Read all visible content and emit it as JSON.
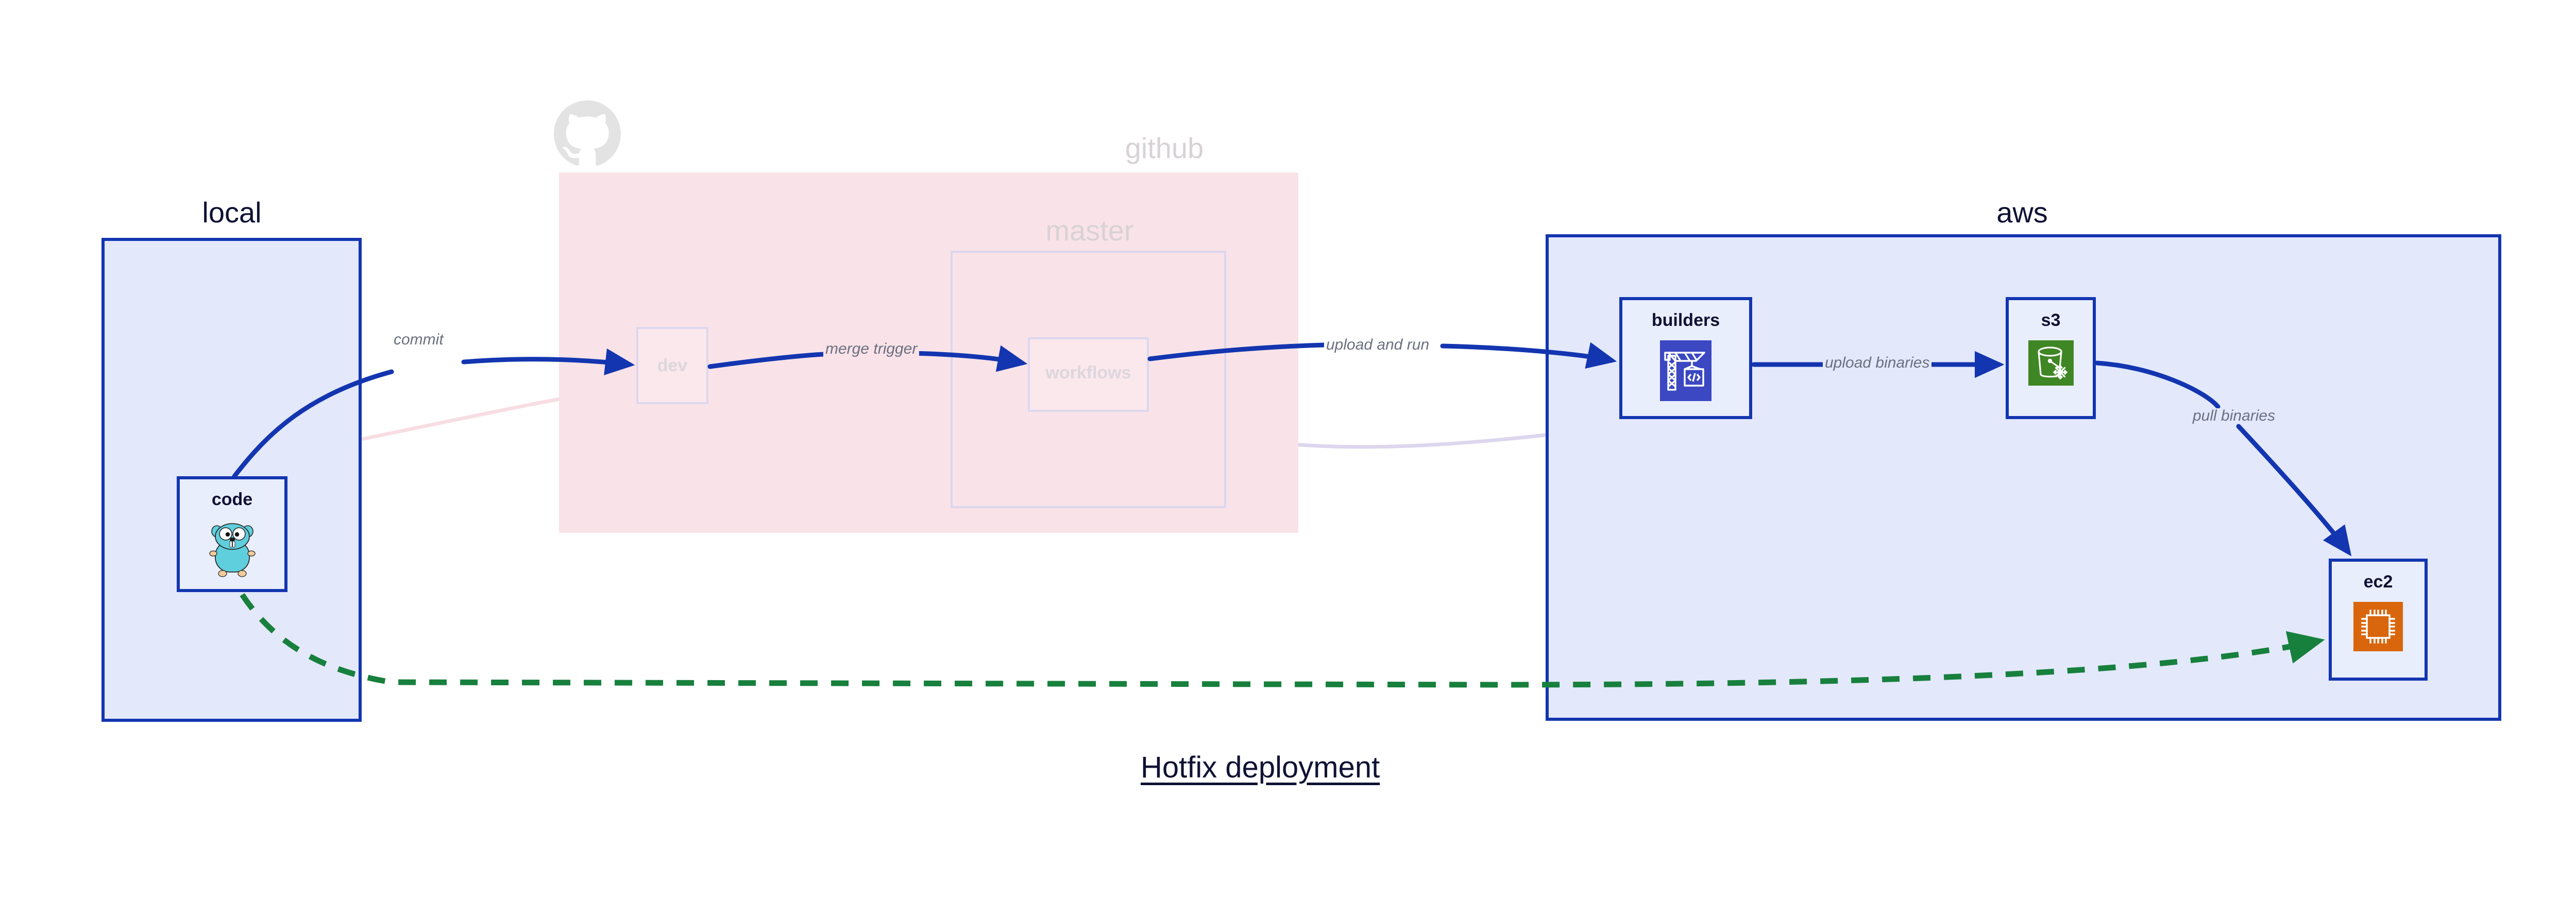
{
  "diagram": {
    "title": "Hotfix deployment",
    "colors": {
      "edge_active": "#1335b0",
      "edge_faded": "#dcd6ee",
      "edge_hotfix": "#17803d",
      "cluster_blue_fill": "#e3e8fb",
      "cluster_blue_border": "#1335b0",
      "cluster_pink_fill": "#f9e3e8",
      "node_fill": "#e9eefc",
      "label_text": "#6b6f80",
      "title_text": "#0f1233",
      "faded_text": "#d8d2d6",
      "icon_builders_bg": "#3b48c2",
      "icon_s3_bg": "#3f8624",
      "icon_ec2_bg": "#d9660d",
      "icon_gopher_body": "#5fcfdd"
    }
  },
  "clusters": [
    {
      "id": "local",
      "label": "local",
      "state": "active"
    },
    {
      "id": "github",
      "label": "github",
      "state": "faded"
    },
    {
      "id": "master",
      "label": "master",
      "state": "faded"
    },
    {
      "id": "aws",
      "label": "aws",
      "state": "active"
    }
  ],
  "nodes": [
    {
      "id": "code",
      "label": "code",
      "cluster": "local",
      "icon": "go-gopher-icon",
      "state": "active"
    },
    {
      "id": "dev",
      "label": "dev",
      "cluster": "github",
      "icon": "none",
      "state": "faded"
    },
    {
      "id": "workflows",
      "label": "workflows",
      "cluster": "master",
      "icon": "none",
      "state": "faded"
    },
    {
      "id": "builders",
      "label": "builders",
      "cluster": "aws",
      "icon": "aws-codebuild-icon",
      "state": "active"
    },
    {
      "id": "s3",
      "label": "s3",
      "cluster": "aws",
      "icon": "aws-s3-glacier-icon",
      "state": "active"
    },
    {
      "id": "ec2",
      "label": "ec2",
      "cluster": "aws",
      "icon": "aws-ec2-icon",
      "state": "active"
    }
  ],
  "edges": [
    {
      "id": "commit",
      "from": "code",
      "to": "dev",
      "label": "commit",
      "style": "solid",
      "state": "active"
    },
    {
      "id": "merge-trigger",
      "from": "dev",
      "to": "workflows",
      "label": "merge trigger",
      "style": "solid",
      "state": "active"
    },
    {
      "id": "upload-and-run",
      "from": "workflows",
      "to": "builders",
      "label": "upload and run",
      "style": "solid",
      "state": "active"
    },
    {
      "id": "upload-binaries",
      "from": "builders",
      "to": "s3",
      "label": "upload binaries",
      "style": "solid",
      "state": "active"
    },
    {
      "id": "pull-binaries",
      "from": "s3",
      "to": "ec2",
      "label": "pull binaries",
      "style": "solid",
      "state": "active"
    },
    {
      "id": "ghost-code-dev",
      "from": "code",
      "to": "dev",
      "label": "",
      "style": "solid",
      "state": "faded"
    },
    {
      "id": "ghost-dev-workflows",
      "from": "dev",
      "to": "workflows",
      "label": "",
      "style": "solid",
      "state": "faded"
    },
    {
      "id": "ghost-workflows-builders",
      "from": "workflows",
      "to": "builders",
      "label": "",
      "style": "solid",
      "state": "faded"
    },
    {
      "id": "hotfix",
      "from": "code",
      "to": "ec2",
      "label": "",
      "style": "dashed",
      "state": "hotfix"
    }
  ],
  "logos": [
    {
      "id": "github-logo",
      "name": "github-octocat-icon",
      "cluster": "github",
      "state": "faded"
    }
  ]
}
